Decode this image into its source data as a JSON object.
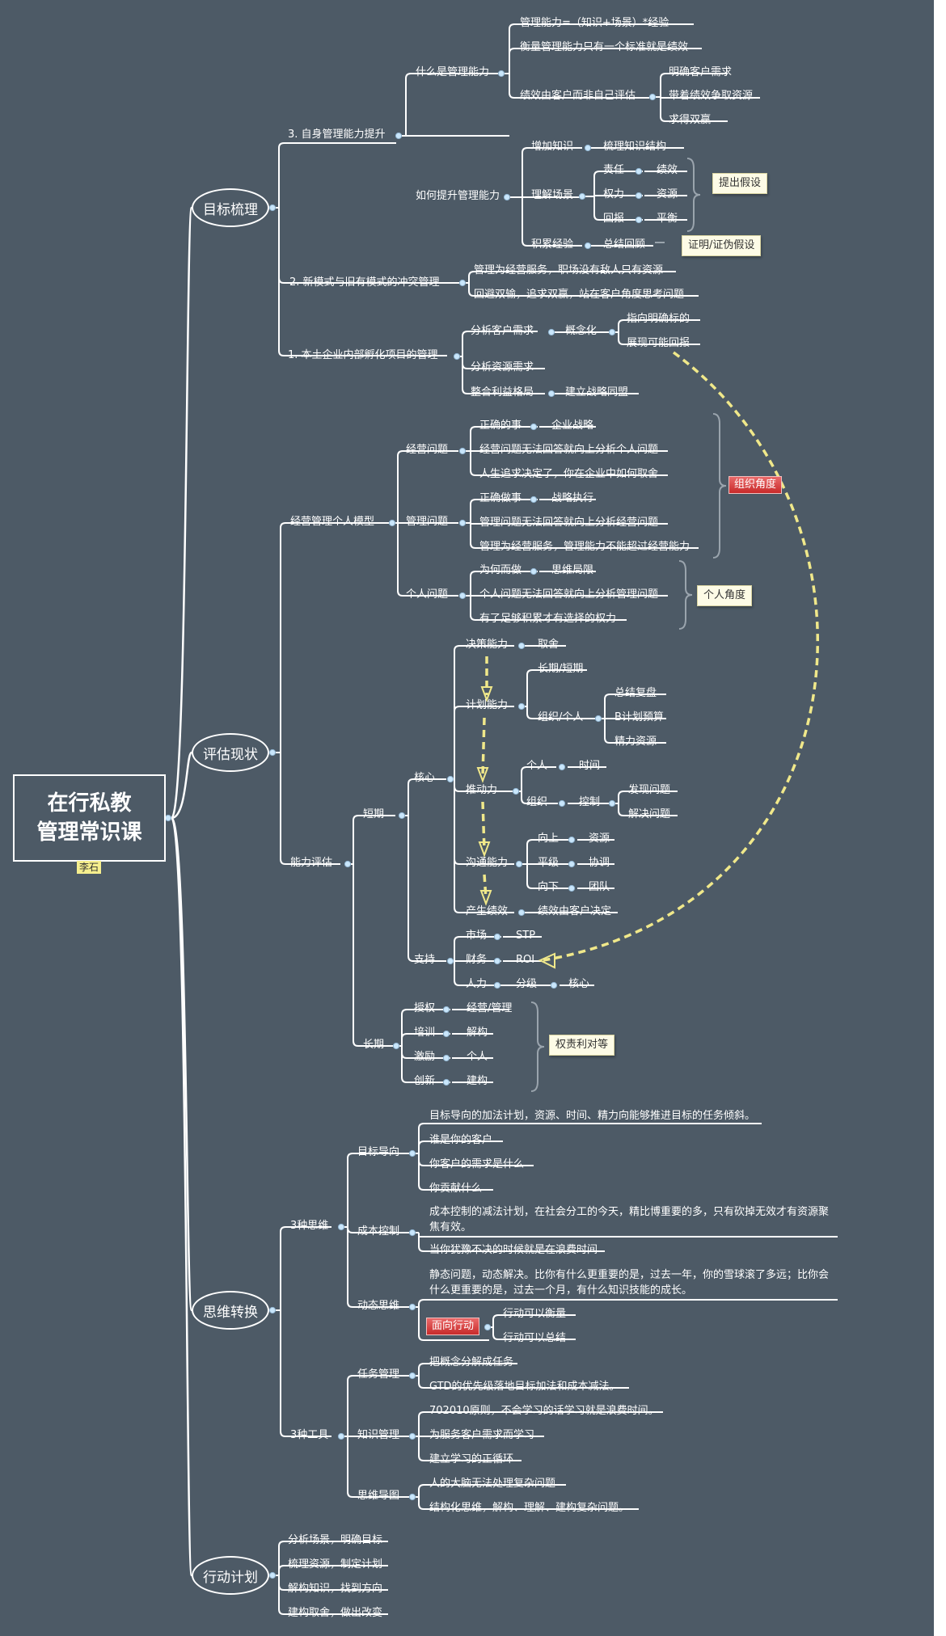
{
  "root": {
    "line1": "在行私教",
    "line2": "管理常识课",
    "author": "李石"
  },
  "branches": {
    "goal": "目标梳理",
    "assess": "评估现状",
    "mind": "思维转换",
    "action": "行动计划"
  },
  "goal": {
    "self": "3. 自身管理能力提升",
    "what": "什么是管理能力",
    "formula": "管理能力=（知识+场景）*经验",
    "measure": "衡量管理能力只有一个标准就是绩效",
    "client_eval": "绩效由客户而非自己评估",
    "c1": "明确客户需求",
    "c2": "带着绩效争取资源",
    "c3": "求得双赢",
    "how": "如何提升管理能力",
    "add_knowledge": "增加知识",
    "sort_knowledge": "梳理知识结构",
    "understand": "理解场景",
    "r1": "责任",
    "r1b": "绩效",
    "r2": "权力",
    "r2b": "资源",
    "r3": "回报",
    "r3b": "平衡",
    "exp": "积累经验",
    "review": "总结回顾",
    "hypo": "提出假设",
    "prove": "证明/证伪假设",
    "conflict": "2. 新模式与旧有模式的冲突管理",
    "conf1": "管理为经营服务，职场没有敌人只有资源",
    "conf2": "回避双输，追求双赢，站在客户角度思考问题",
    "incubate": "1. 本土企业内部孵化项目的管理",
    "analyze_client": "分析客户需求",
    "concept": "概念化",
    "target": "指向明确标的",
    "show": "展现可能回报",
    "analyze_res": "分析资源需求",
    "integrate": "整合利益格局",
    "alliance": "建立战略同盟"
  },
  "assess": {
    "model": "经营管理个人模型",
    "biz": "经营问题",
    "b1": "正确的事",
    "b1b": "企业战略",
    "b2": "经营问题无法回答就向上分析个人问题",
    "b3": "人生追求决定了，你在企业中如何取舍",
    "mgmt": "管理问题",
    "m1": "正确做事",
    "m1b": "战略执行",
    "m2": "管理问题无法回答就向上分析经营问题",
    "m3": "管理为经营服务，管理能力不能超过经营能力",
    "personal": "个人问题",
    "p1": "为何而做",
    "p1b": "思维局限",
    "p2": "个人问题无法回答就向上分析管理问题",
    "p3": "有了足够积累才有选择的权力",
    "org_view": "组织角度",
    "personal_view": "个人角度",
    "ability": "能力评估",
    "short": "短期",
    "core": "核心",
    "decision": "决策能力",
    "tradeoff": "取舍",
    "plan": "计划能力",
    "longshort": "长期/短期",
    "org_person": "组织/个人",
    "summary": "总结复盘",
    "bplan": "B计划预算",
    "energy": "精力资源",
    "push": "推动力",
    "person": "个人",
    "time": "时间",
    "org": "组织",
    "control": "控制",
    "find": "发现问题",
    "solve": "解决问题",
    "comm": "沟通能力",
    "up": "向上",
    "up_b": "资源",
    "peer": "平级",
    "peer_b": "协调",
    "down": "向下",
    "down_b": "团队",
    "result": "产生绩效",
    "result_b": "绩效由客户决定",
    "support": "支持",
    "market": "市场",
    "stp": "STP",
    "finance": "财务",
    "roi": "ROI",
    "hr": "人力",
    "level": "分级",
    "core2": "核心",
    "long": "长期",
    "auth": "授权",
    "auth_b": "经营/管理",
    "train": "培训",
    "train_b": "解构",
    "incent": "激励",
    "incent_b": "个人",
    "innov": "创新",
    "innov_b": "建构",
    "rights": "权责利对等"
  },
  "mind": {
    "three": "3种思维",
    "goal": "目标导向",
    "g0": "目标导向的加法计划，资源、时间、精力向能够推进目标的任务倾斜。",
    "g1": "谁是你的客户",
    "g2": "你客户的需求是什么",
    "g3": "你贡献什么",
    "cost": "成本控制",
    "c0": "成本控制的减法计划，在社会分工的今天，精比博重要的多，只有砍掉无效才有资源聚焦有效。",
    "c1": "当你犹豫不决的时候就是在浪费时间",
    "dyn": "动态思维",
    "d0": "静态问题，动态解决。比你有什么更重要的是，过去一年，你的雪球滚了多远；比你会什么更重要的是，过去一个月，有什么知识技能的成长。",
    "act": "面向行动",
    "act1": "行动可以衡量",
    "act2": "行动可以总结",
    "tools": "3种工具",
    "task": "任务管理",
    "t1": "把概念分解成任务",
    "t2": "GTD的优先级落地目标加法和成本减法。",
    "know": "知识管理",
    "k1": "702010原则，不会学习的话学习就是浪费时间。",
    "k2": "为服务客户需求而学习",
    "k3": "建立学习的正循环",
    "mapping": "思维导图",
    "mp1": "人的大脑无法处理复杂问题",
    "mp2": "结构化思维，解构、理解、建构复杂问题。"
  },
  "action": {
    "a1": "分析场景，明确目标",
    "a2": "梳理资源，制定计划",
    "a3": "解构知识，找到方向",
    "a4": "建构取舍，做出改变"
  },
  "colors": {
    "background": "#4d5a66",
    "line": "#ffffff",
    "arrow": "#f0e88a",
    "dot": "#c9e6fb",
    "red": "#c82a2a"
  }
}
